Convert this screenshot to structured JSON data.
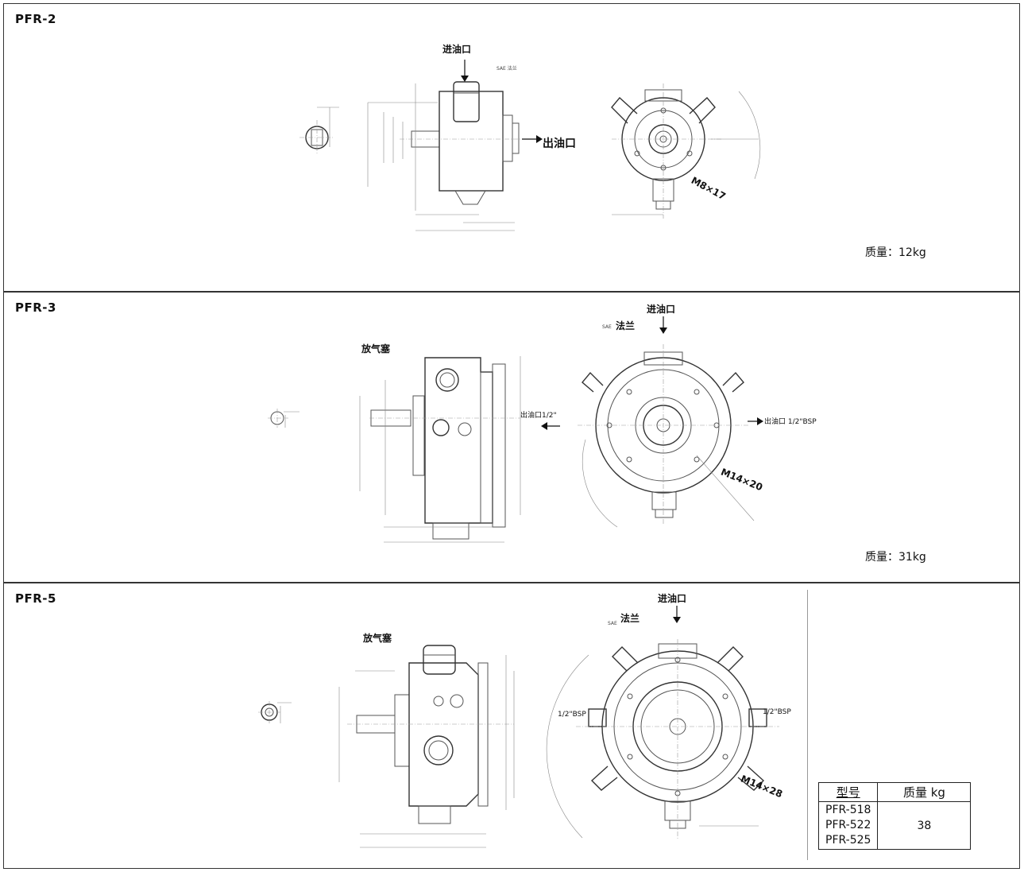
{
  "panels": [
    {
      "model": "PFR-2",
      "weight": "质量：12kg",
      "labels": {
        "inlet": "进油口",
        "outlet": "出油口",
        "flange": "SAE 法兰",
        "thread": "M8×17"
      }
    },
    {
      "model": "PFR-3",
      "weight": "质量：31kg",
      "labels": {
        "inlet": "进油口",
        "flange": "法兰",
        "flange_prefix": "SAE",
        "bleed": "放气塞",
        "outlet_left": "出油口1/2\"",
        "outlet_right": "出油口 1/2\"BSP",
        "thread": "M14×20"
      }
    },
    {
      "model": "PFR-5",
      "labels": {
        "inlet": "进油口",
        "flange": "法兰",
        "flange_prefix": "SAE",
        "bleed": "放气塞",
        "left_port": "1/2\"BSP",
        "right_port": "1/2\"BSP",
        "thread": "M14×28"
      },
      "table": {
        "header_model": "型号",
        "header_mass": "质量 kg",
        "models": [
          "PFR-518",
          "PFR-522",
          "PFR-525"
        ],
        "mass": "38"
      }
    }
  ]
}
